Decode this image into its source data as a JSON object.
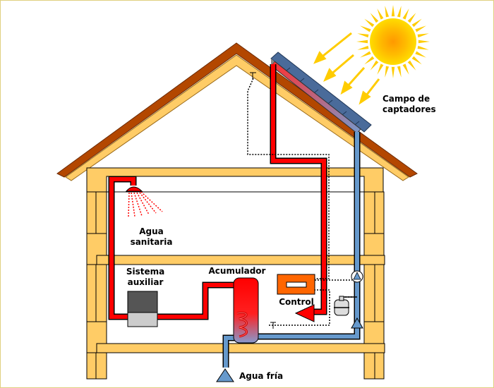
{
  "labels": {
    "campo_line1": "Campo de",
    "campo_line2": "captadores",
    "agua_line1": "Agua",
    "agua_line2": "sanitaria",
    "sistema_line1": "Sistema",
    "sistema_line2": "auxiliar",
    "acumulador": "Acumulador",
    "control": "Control",
    "agua_fria": "Agua fría",
    "sensor_t1": "T",
    "sensor_t2": "T"
  },
  "colors": {
    "hot_pipe": "#ff0000",
    "cold_pipe": "#6699cc",
    "wood": "#ffcc66",
    "roof": "#b34700",
    "sun": "#ffcc00",
    "collector": "#4a6b9a",
    "control_box": "#ff6600"
  },
  "icons": {
    "sun": "sun-icon",
    "shower": "shower-head-icon",
    "pump": "pump-icon",
    "valve": "expansion-vessel-icon",
    "boiler": "auxiliary-heater-icon",
    "tank": "storage-tank-icon"
  }
}
